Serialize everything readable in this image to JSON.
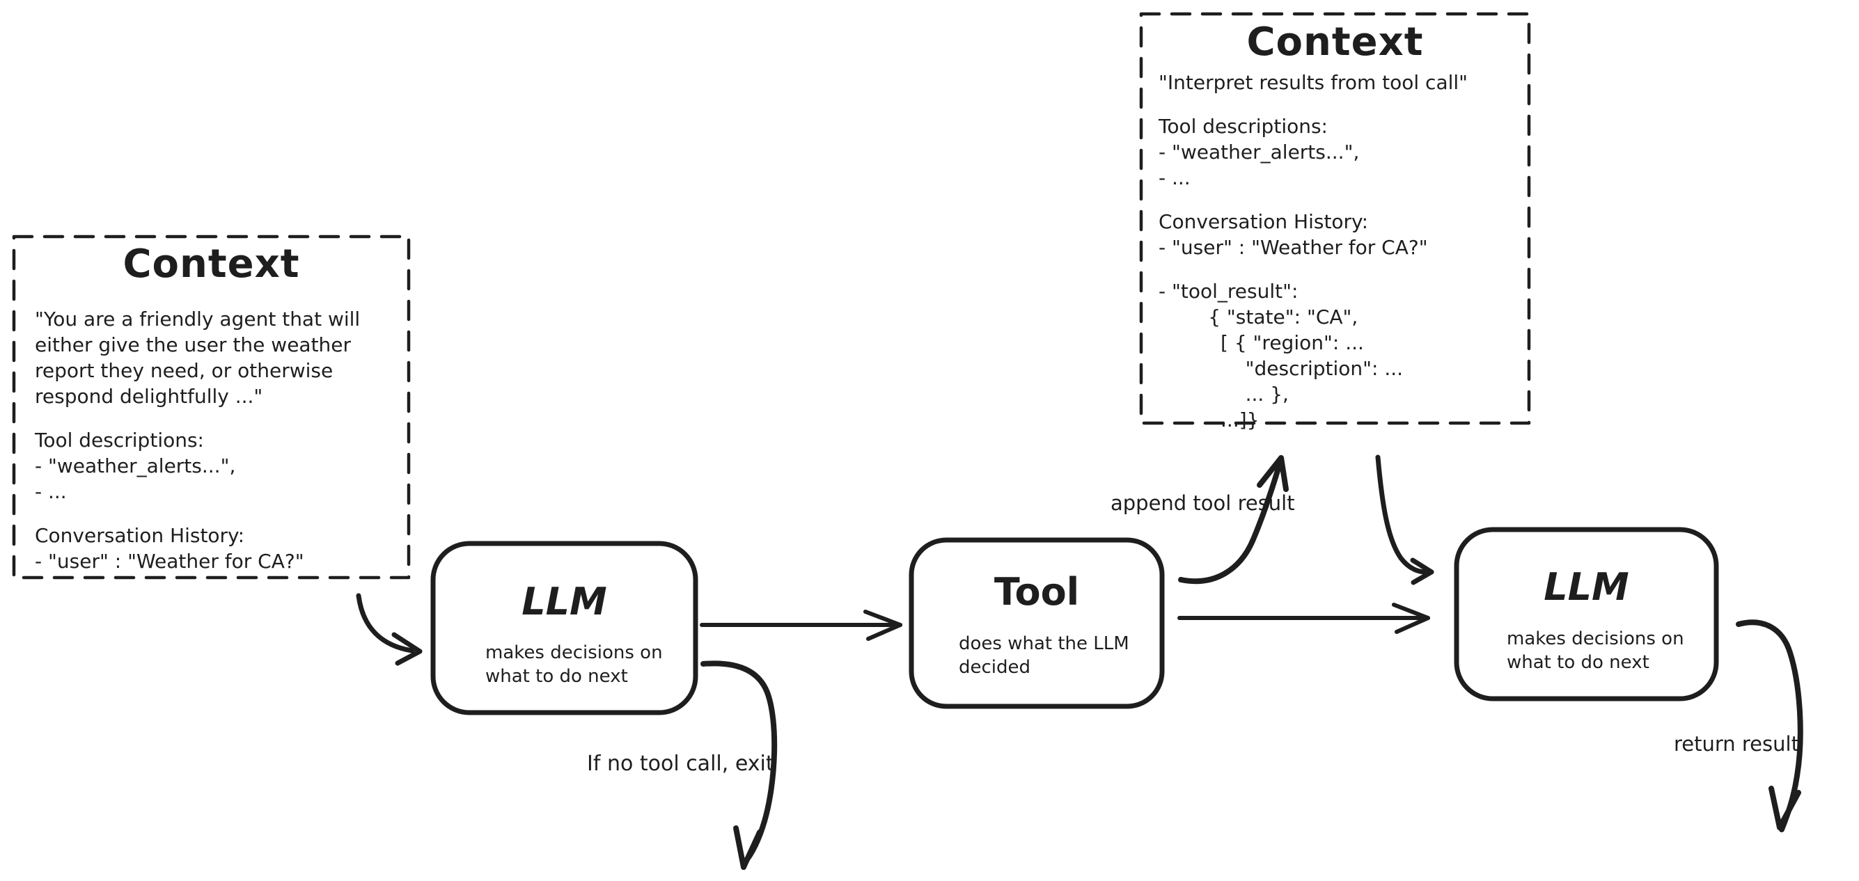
{
  "colors": {
    "ink": "#1e1e1e",
    "background": "#ffffff"
  },
  "context1": {
    "title": "Context",
    "system_prompt": "\"You are a friendly agent that will\neither give the user the weather\nreport they need, or otherwise\nrespond delightfully ...\"",
    "tool_descriptions": "Tool descriptions:\n- \"weather_alerts...\",\n- ...",
    "conversation_history": "Conversation History:\n- \"user\" : \"Weather for CA?\""
  },
  "context2": {
    "title": "Context",
    "instruction": "\"Interpret results from tool call\"",
    "tool_descriptions": "Tool descriptions:\n- \"weather_alerts...\",\n- ...",
    "conversation_history": "Conversation History:\n- \"user\" : \"Weather for CA?\"",
    "tool_result": "- \"tool_result\":\n        { \"state\": \"CA\",\n          [ { \"region\": ...\n              \"description\": ...\n              ... },\n          ...]}"
  },
  "llm1": {
    "title": "LLM",
    "subtitle": "makes decisions on\nwhat to do next"
  },
  "tool": {
    "title": "Tool",
    "subtitle": "does what the LLM\ndecided"
  },
  "llm2": {
    "title": "LLM",
    "subtitle": "makes decisions on\nwhat to do next"
  },
  "labels": {
    "append_tool_result": "append tool result",
    "no_tool_call_exit": "If no tool call, exit",
    "return_result": "return result"
  }
}
